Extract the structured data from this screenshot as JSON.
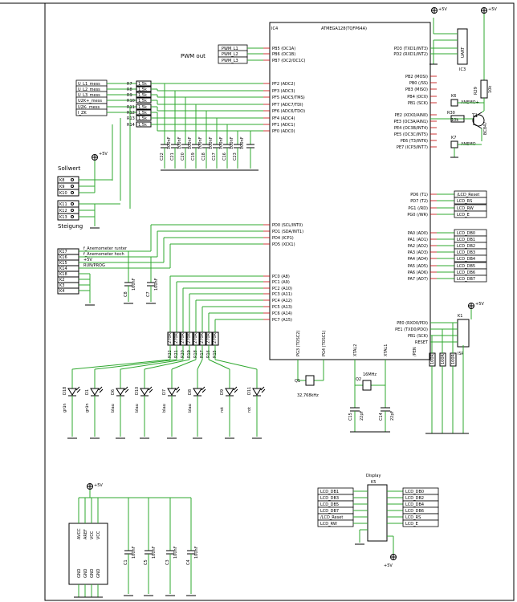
{
  "ic_main": {
    "ref": "IC4",
    "part": "ATMEGA128(TQFP64A)",
    "pins_left": [
      "PB5 (OC1A)",
      "PB6 (OC1B)",
      "PB7 (OC2/OC1C)",
      "PF2 (ADC2)",
      "PF3 (ADC3)",
      "PF5 (ADC5/TMS)",
      "PF7 (ADC7/TDI)",
      "PF6 (ADC6/TDO)",
      "PF4 (ADC4)",
      "PF1 (ADC1)",
      "PF0 (ADC0)",
      "PD0 (SCL/INT0)",
      "PD1 (SDA/INT1)",
      "PD4 (ICP1)",
      "PD5 (XCK1)",
      "PC0 (A8)",
      "PC1 (A9)",
      "PC2 (A10)",
      "PC3 (A11)",
      "PC4 (A12)",
      "PC5 (A13)",
      "PC6 (A14)",
      "PC7 (A15)"
    ],
    "pins_right": [
      "PD3 (TXD1/INT3)",
      "PD2 (RXD1/INT2)",
      "PB2 (MOSI)",
      "PB0 (/SS)",
      "PB3 (MISO)",
      "PB4 (OC0)",
      "PB1 (SCK)",
      "PE2 (XCK0/AIN0)",
      "PE3 (OC3A/AIN1)",
      "PE4 (OC3B/INT4)",
      "PE5 (OC3C/INT5)",
      "PE6 (T3/INT6)",
      "PE7 (ICP3/INT7)",
      "PD6 (T1)",
      "PD7 (T2)",
      "PG1 (/RD)",
      "PG0 (/WR)",
      "PA0 (AD0)",
      "PA1 (AD1)",
      "PA2 (AD2)",
      "PA3 (AD3)",
      "PA4 (AD4)",
      "PA5 (AD5)",
      "PA6 (AD6)",
      "PA7 (AD7)",
      "PE0 (RXD0/PDI)",
      "PE1 (TXD0/PDO)",
      "PB1 (SCK)",
      "RESET"
    ],
    "pins_bottom": [
      "PG3 (TOSC2)",
      "PG4 (TOSC1)",
      "XTAL2",
      "XTAL1",
      "/PEN"
    ]
  },
  "labels": {
    "pwm_out": "PWM out",
    "pwm_nets": [
      "PWM_L1",
      "PWM_L2",
      "PWM_L3"
    ],
    "meas_nets": [
      "U_L1_mess",
      "U_L2_mess",
      "U_L3_mess",
      "U2K+_mess",
      "U2K-_mess",
      "I_ZK"
    ],
    "sollwert": "Sollwert",
    "steigung": "Steigung",
    "anemo_nets": [
      "f_Anemometer runter",
      "f_Anemometer hoch",
      "+5V",
      "RUN/PROG"
    ],
    "lcd_right": [
      "/LCD_Reset",
      "LCD_RS",
      "LCD_RW",
      "LCD_E",
      "LCD_DB0",
      "LCD_DB1",
      "LCD_DB2",
      "LCD_DB3",
      "LCD_DB4",
      "LCD_DB5",
      "LCD_DB6",
      "LCD_DB7"
    ],
    "uart": "UART",
    "ic3": "IC3",
    "anemo1": "ANEMO+",
    "anemo2": "ANEMO-",
    "t1": "T1",
    "bc847": "BC847",
    "r30": "R30",
    "r30v": "10k",
    "isp": "ISP",
    "k1": "K1",
    "k6": "K6",
    "k7": "K7",
    "k5": "K5",
    "q1": "Q1",
    "q1v": "32,768kHz",
    "q2": "Q2",
    "q2v": "16MHz",
    "display": "Display",
    "vcc": "+5V",
    "disp_left": [
      "LCD_DB1",
      "LCD_DB3",
      "LCD_DB5",
      "LCD_DB7",
      "/LCD_Reset",
      "LCD_RW"
    ],
    "disp_right": [
      "LCD_DB0",
      "LCD_DB2",
      "LCD_DB4",
      "LCD_DB6",
      "LCD_RS",
      "LCD_E"
    ],
    "res_values": [
      "1,5k",
      "1,5k",
      "1,5k",
      "1,5k",
      "1,5k",
      "1,5k",
      "1,5k",
      "1,5k"
    ],
    "res_refs": [
      "R7",
      "R8",
      "R9",
      "R10",
      "R11",
      "R12",
      "R13",
      "R14"
    ],
    "cap_refs_top": [
      "C22",
      "C21",
      "C20",
      "C19",
      "C18",
      "C17",
      "C16",
      "C23"
    ],
    "cap_val": "100nF",
    "led_refs": [
      "D18",
      "D1",
      "D6",
      "D10",
      "D7",
      "D8",
      "D9",
      "D11"
    ],
    "led_colors": [
      "grün",
      "grün",
      "blau",
      "blau",
      "blau",
      "blau",
      "rot",
      "rot"
    ],
    "led_res_refs": [
      "R22",
      "R21",
      "R20",
      "R19",
      "R18",
      "R17",
      "R16",
      "R15"
    ],
    "led_res_val": "270R",
    "pwr_pins": [
      "AVCC",
      "AREF",
      "VCC",
      "VCC"
    ],
    "gnd_pins": [
      "GND",
      "GND",
      "GND",
      "GND"
    ],
    "cap_pwr_refs": [
      "C1",
      "C5",
      "C3",
      "C4"
    ],
    "jumpers_sollwert": [
      "K8",
      "K9",
      "K10"
    ],
    "jumpers_steigung": [
      "K11",
      "K12",
      "K13"
    ],
    "conn_anemo": [
      "K17",
      "K16",
      "K15",
      "K14",
      "K18",
      "K2",
      "K3",
      "K4"
    ]
  }
}
